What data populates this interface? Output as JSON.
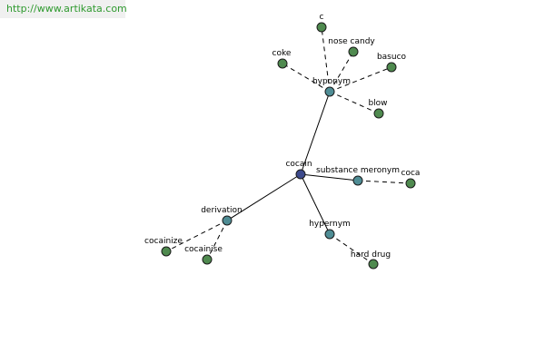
{
  "watermark": {
    "text": "http://www.artikata.com"
  },
  "colors": {
    "center": "#3d4a8c",
    "relation": "#4f8d95",
    "leaf": "#4f8a4f"
  },
  "graph": {
    "nodes": [
      {
        "id": "cocain",
        "label": "cocain",
        "kind": "center"
      },
      {
        "id": "hyponym",
        "label": "hyponym",
        "kind": "relation"
      },
      {
        "id": "substance",
        "label": "substance meronym",
        "kind": "relation"
      },
      {
        "id": "derivation",
        "label": "derivation",
        "kind": "relation"
      },
      {
        "id": "hypernym",
        "label": "hypernym",
        "kind": "relation"
      },
      {
        "id": "c",
        "label": "c",
        "kind": "leaf"
      },
      {
        "id": "nosecandy",
        "label": "nose candy",
        "kind": "leaf"
      },
      {
        "id": "coke",
        "label": "coke",
        "kind": "leaf"
      },
      {
        "id": "basuco",
        "label": "basuco",
        "kind": "leaf"
      },
      {
        "id": "blow",
        "label": "blow",
        "kind": "leaf"
      },
      {
        "id": "coca",
        "label": "coca",
        "kind": "leaf"
      },
      {
        "id": "cocainize",
        "label": "cocainize",
        "kind": "leaf"
      },
      {
        "id": "cocainise",
        "label": "cocainise",
        "kind": "leaf"
      },
      {
        "id": "harddrug",
        "label": "hard drug",
        "kind": "leaf"
      }
    ],
    "edges": [
      {
        "from": "cocain",
        "to": "hyponym",
        "style": "solid"
      },
      {
        "from": "cocain",
        "to": "substance",
        "style": "solid"
      },
      {
        "from": "cocain",
        "to": "derivation",
        "style": "solid"
      },
      {
        "from": "cocain",
        "to": "hypernym",
        "style": "solid"
      },
      {
        "from": "hyponym",
        "to": "c",
        "style": "dashed"
      },
      {
        "from": "hyponym",
        "to": "nosecandy",
        "style": "dashed"
      },
      {
        "from": "hyponym",
        "to": "coke",
        "style": "dashed"
      },
      {
        "from": "hyponym",
        "to": "basuco",
        "style": "dashed"
      },
      {
        "from": "hyponym",
        "to": "blow",
        "style": "dashed"
      },
      {
        "from": "substance",
        "to": "coca",
        "style": "dashed"
      },
      {
        "from": "derivation",
        "to": "cocainize",
        "style": "dashed"
      },
      {
        "from": "derivation",
        "to": "cocainise",
        "style": "dashed"
      },
      {
        "from": "hypernym",
        "to": "harddrug",
        "style": "dashed"
      }
    ]
  }
}
